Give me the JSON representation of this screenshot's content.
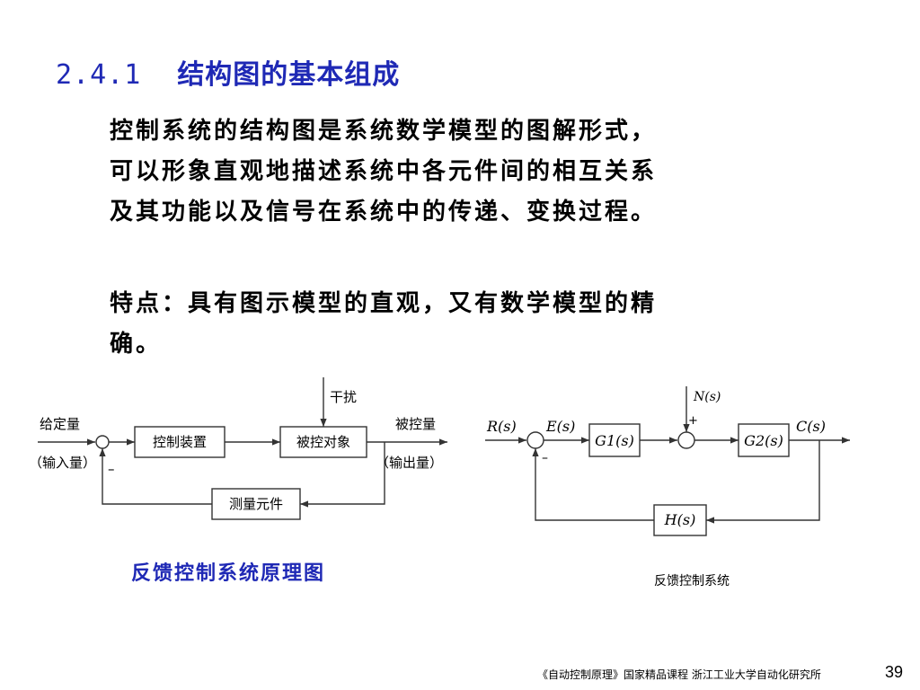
{
  "slide": {
    "section_number": "2.4.1",
    "title": "结构图的基本组成",
    "paragraph1_lines": [
      "控制系统的结构图是系统数学模型的图解形式，",
      "可以形象直观地描述系统中各元件间的相互关系",
      "及其功能以及信号在系统中的传递、变换过程。"
    ],
    "paragraph2_lines": [
      "特点：具有图示模型的直观，又有数学模型的精",
      "确。"
    ],
    "caption_left": "反馈控制系统原理图",
    "caption_right": "反馈控制系统",
    "footer": "《自动控制原理》国家精品课程    浙江工业大学自动化研究所",
    "page_number": "39"
  },
  "diagram_left": {
    "input_label": "给定量",
    "input_sub": "（输入量）",
    "controller": "控制装置",
    "plant": "被控对象",
    "disturbance": "干扰",
    "output_label": "被控量",
    "output_sub": "（输出量）",
    "sensor": "测量元件",
    "feedback_sign": "–"
  },
  "diagram_right": {
    "input": "R(s)",
    "error": "E(s)",
    "g1": "G1(s)",
    "noise": "N(s)",
    "noise_sign": "+",
    "g2": "G2(s)",
    "output": "C(s)",
    "h": "H(s)",
    "feedback_sign": "–"
  },
  "colors": {
    "title": "#1f29b5",
    "caption": "#1f29b5",
    "lines": "#333333"
  }
}
